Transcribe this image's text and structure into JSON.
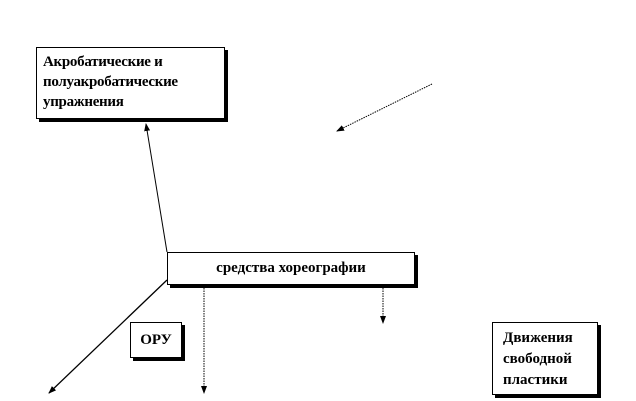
{
  "diagram": {
    "nodes": {
      "acrobatic": {
        "lines": [
          "Акробатические и",
          "полуакробатические",
          "упражнения"
        ]
      },
      "choreography": {
        "label": "средства хореографии"
      },
      "oru": {
        "label": "ОРУ"
      },
      "free_movement": {
        "lines": [
          "Движения",
          "свободной",
          "пластики"
        ]
      }
    },
    "edges": [
      {
        "from": "choreography",
        "to": "acrobatic"
      },
      {
        "from": "choreography",
        "to": "down-left"
      },
      {
        "from": "choreography",
        "to": "down"
      },
      {
        "from": "choreography",
        "to": "down-right"
      },
      {
        "from": "upper-right",
        "to": "center"
      }
    ],
    "colors": {
      "line": "#000000",
      "box_border": "#000000",
      "background": "#ffffff"
    }
  }
}
